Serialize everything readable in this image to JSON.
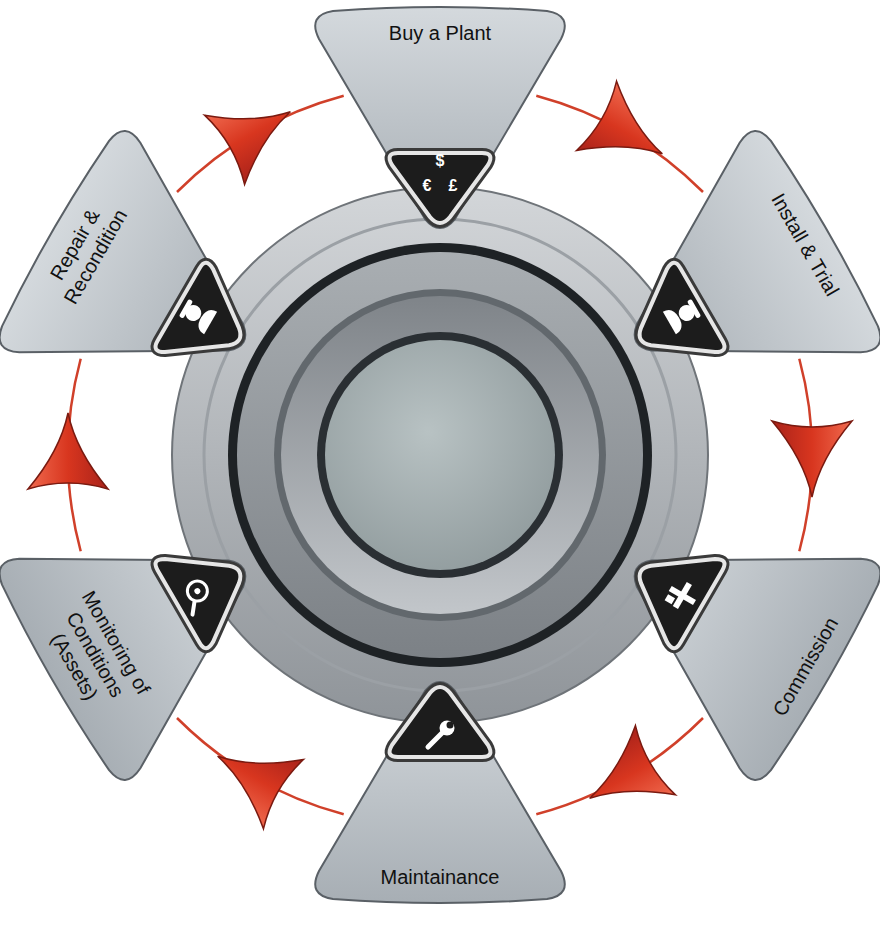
{
  "diagram": {
    "nodes": [
      {
        "text": [
          "Buy a Plant"
        ]
      },
      {
        "text": [
          "Install & Trial"
        ]
      },
      {
        "text": [
          "Commission"
        ]
      },
      {
        "text": [
          "Maintainance"
        ]
      },
      {
        "text": [
          "Monitoring of Conditions (Assets)"
        ]
      },
      {
        "text": [
          "Repair & Recondition"
        ]
      }
    ],
    "edges": [
      {
        "from": 0,
        "to": 1,
        "arrow": "to"
      },
      {
        "from": 1,
        "to": 2,
        "arrow": "to"
      },
      {
        "from": 2,
        "to": 3,
        "arrow": "to"
      },
      {
        "from": 3,
        "to": 4,
        "arrow": "to"
      },
      {
        "from": 4,
        "to": 5,
        "arrow": "to"
      },
      {
        "from": 5,
        "to": 0,
        "arrow": "to"
      }
    ],
    "labels": [
      "$",
      "€",
      "£"
    ]
  }
}
